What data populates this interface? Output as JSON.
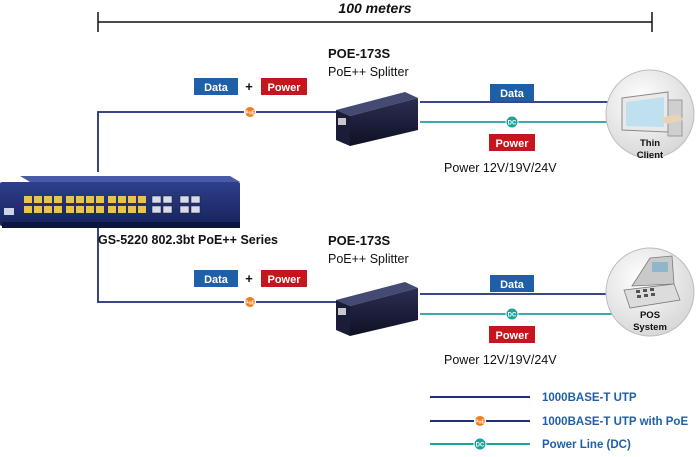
{
  "distance_label": "100 meters",
  "switch_label": "GS-5220 802.3bt PoE++ Series",
  "links": [
    {
      "splitter_model": "POE-173S",
      "splitter_desc": "PoE++ Splitter",
      "data_badge": "Data",
      "plus": "+",
      "power_badge": "Power",
      "out_data_badge": "Data",
      "out_power_badge": "Power",
      "power_output": "Power 12V/19V/24V",
      "device_label_line1": "Thin",
      "device_label_line2": "Client"
    },
    {
      "splitter_model": "POE-173S",
      "splitter_desc": "PoE++ Splitter",
      "data_badge": "Data",
      "plus": "+",
      "power_badge": "Power",
      "out_data_badge": "Data",
      "out_power_badge": "Power",
      "power_output": "Power 12V/19V/24V",
      "device_label_line1": "POS",
      "device_label_line2": "System"
    }
  ],
  "poe_marker": "PoE",
  "dc_marker": "DC",
  "legend": [
    {
      "label": "1000BASE-T UTP"
    },
    {
      "label": "1000BASE-T UTP with PoE"
    },
    {
      "label": "Power Line (DC)"
    }
  ],
  "colors": {
    "utp_line": "#1f2f7a",
    "dc_line": "#1aa39a",
    "poe_marker": "#f07c1c",
    "data_badge": "#1f5fa8",
    "power_badge": "#c4161c",
    "legend_text": "#1f5fa8"
  }
}
